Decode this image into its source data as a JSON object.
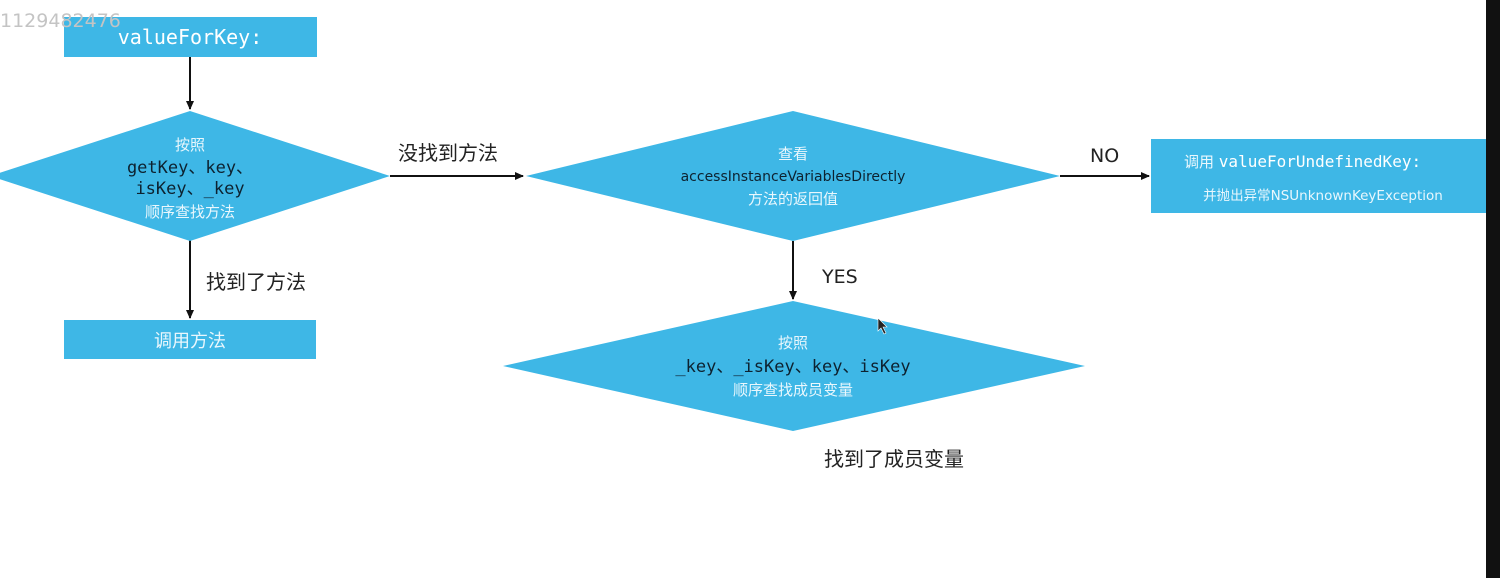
{
  "watermark": "1129482476",
  "colors": {
    "node_fill": "#3eb7e6",
    "arrow": "#111111",
    "node_text_light": "#e9f7fd",
    "node_text_dark": "#0d2230",
    "label_text": "#222222"
  },
  "nodes": {
    "start": {
      "text": "valueForKey:"
    },
    "method_search": {
      "line1": "按照",
      "line2": "getKey、key、",
      "line3": "isKey、_key",
      "line4": "顺序查找方法"
    },
    "call_method": {
      "text": "调用方法"
    },
    "access_check": {
      "line1": "查看",
      "line2": "accessInstanceVariablesDirectly",
      "line3": "方法的返回值"
    },
    "undefined_key": {
      "line1_prefix": "调用",
      "line1_code": "valueForUndefinedKey:",
      "line2": "并抛出异常NSUnknownKeyException"
    },
    "ivar_search": {
      "line1": "按照",
      "line2": "_key、_isKey、key、isKey",
      "line3": "顺序查找成员变量"
    }
  },
  "edges": {
    "not_found_method": "没找到方法",
    "found_method": "找到了方法",
    "no": "NO",
    "yes": "YES",
    "found_ivar": "找到了成员变量"
  }
}
